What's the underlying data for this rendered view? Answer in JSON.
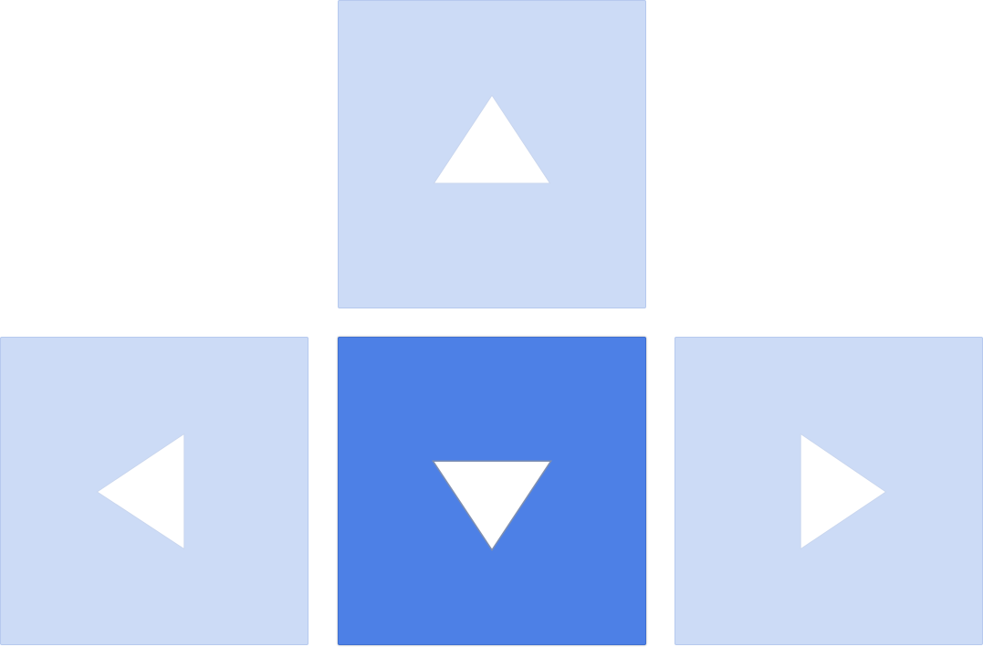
{
  "keypad": {
    "colors": {
      "key_idle": "#ccdbf6",
      "key_active": "#4d80e6",
      "arrow": "#ffffff"
    },
    "keys": [
      {
        "direction": "up",
        "icon": "triangle-up-icon",
        "active": false
      },
      {
        "direction": "left",
        "icon": "triangle-left-icon",
        "active": false
      },
      {
        "direction": "down",
        "icon": "triangle-down-icon",
        "active": true
      },
      {
        "direction": "right",
        "icon": "triangle-right-icon",
        "active": false
      }
    ]
  }
}
